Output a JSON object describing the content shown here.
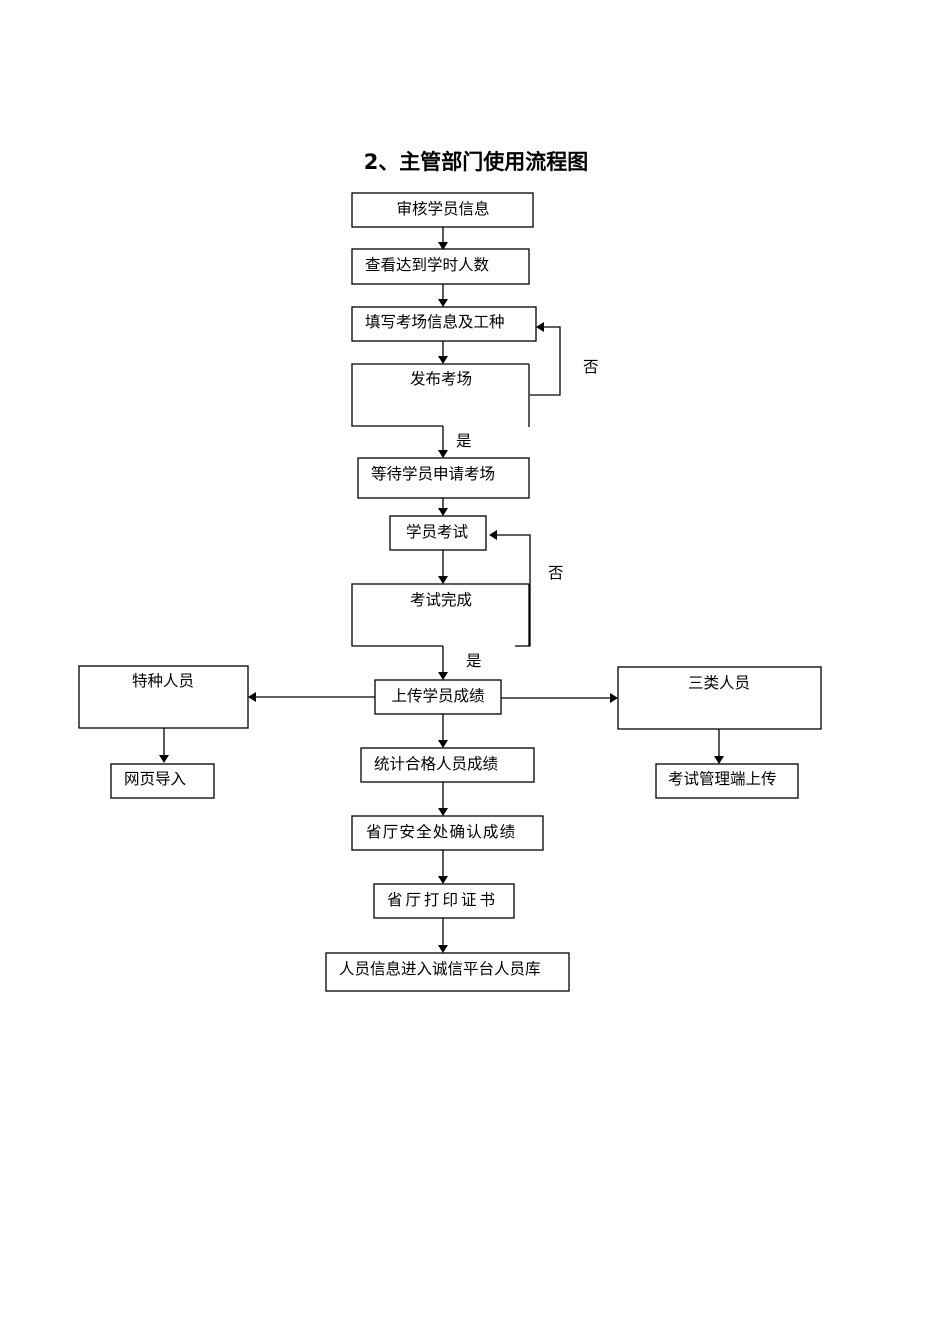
{
  "title": "2、主管部门使用流程图",
  "nodes": {
    "review": "审核学员信息",
    "view_count": "查看达到学时人数",
    "fill_info": "填写考场信息及工种",
    "publish": "发布考场",
    "wait_apply": "等待学员申请考场",
    "exam": "学员考试",
    "exam_done": "考试完成",
    "upload": "上传学员成绩",
    "special": "特种人员",
    "web_import": "网页导入",
    "third_class": "三类人员",
    "admin_upload": "考试管理端上传",
    "stats": "统计合格人员成绩",
    "province_confirm": "省厅安全处确认成绩",
    "print_cert": "省厅打印证书",
    "credit_db": "人员信息进入诚信平台人员库"
  },
  "labels": {
    "no_1": "否",
    "yes_1": "是",
    "no_2": "否",
    "yes_2": "是"
  }
}
